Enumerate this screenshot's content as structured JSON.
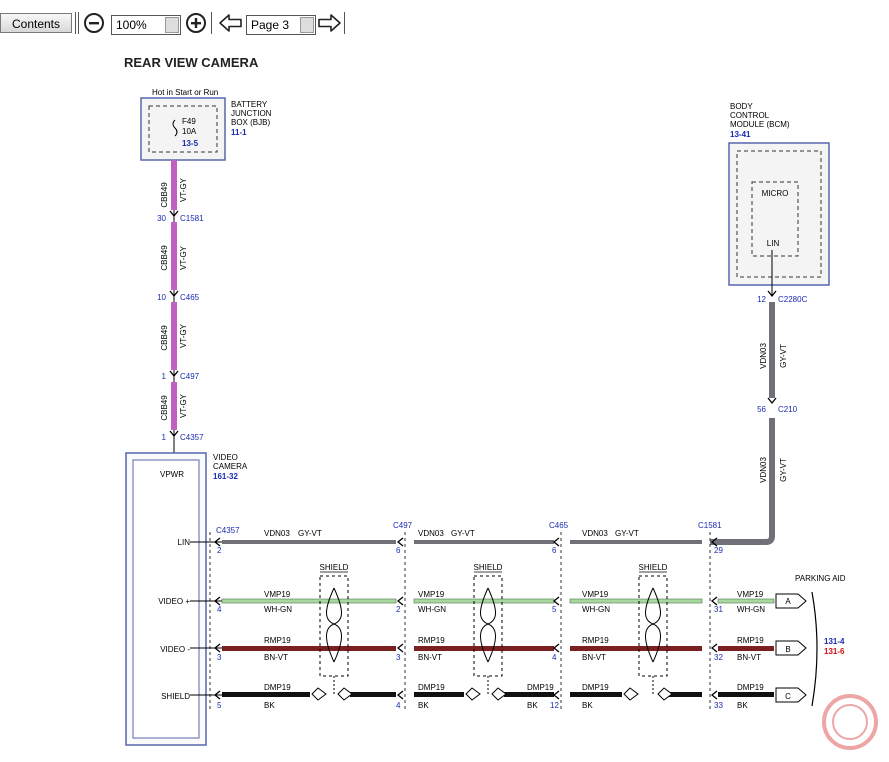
{
  "toolbar": {
    "contents_label": "Contents",
    "zoom_value": "100%",
    "page_value": "Page 3"
  },
  "diagram": {
    "title": "REAR VIEW CAMERA",
    "bjb": {
      "caption": "Hot in Start or Run",
      "fuse": "F49",
      "amps": "10A",
      "ref": "13-5",
      "name_lines": [
        "BATTERY",
        "JUNCTION",
        "BOX (BJB)"
      ],
      "page_ref": "11-1"
    },
    "bcm": {
      "name_lines": [
        "BODY",
        "CONTROL",
        "MODULE (BCM)"
      ],
      "page_ref": "13-41",
      "micro": "MICRO",
      "lin": "LIN"
    },
    "camera": {
      "name_lines": [
        "VIDEO",
        "CAMERA"
      ],
      "page_ref": "161-32",
      "pins": [
        "VPWR",
        "LIN",
        "VIDEO +",
        "VIDEO -",
        "SHIELD"
      ]
    },
    "power_circuit": {
      "circuit": "CBB49",
      "color": "VT-GY",
      "connectors": [
        {
          "pin": "30",
          "name": "C1581"
        },
        {
          "pin": "10",
          "name": "C465"
        },
        {
          "pin": "1",
          "name": "C497"
        },
        {
          "pin": "1",
          "name": "C4357"
        }
      ]
    },
    "bcm_circuit": {
      "circuit": "VDN03",
      "color": "GY-VT",
      "connectors": [
        {
          "pin": "12",
          "name": "C2280C"
        },
        {
          "pin": "56",
          "name": "C210"
        }
      ]
    },
    "bus_connectors": [
      {
        "name": "C4357",
        "pins": [
          "2",
          "4",
          "3",
          "5"
        ]
      },
      {
        "name": "C497",
        "pins": [
          "6",
          "2",
          "3",
          "4"
        ]
      },
      {
        "name": "C465",
        "pins": [
          "6",
          "5",
          "4",
          "12"
        ]
      },
      {
        "name": "C1581",
        "pins": [
          "29",
          "31",
          "32",
          "33"
        ]
      }
    ],
    "wires": [
      {
        "circuit": "VDN03",
        "color": "GY-VT"
      },
      {
        "circuit": "VMP19",
        "color": "WH-GN"
      },
      {
        "circuit": "RMP19",
        "color": "BN-VT"
      },
      {
        "circuit": "DMP19",
        "color": "BK"
      }
    ],
    "shield_label": "SHIELD",
    "parking_aid": {
      "label": "PARKING AID",
      "letters": [
        "A",
        "B",
        "C"
      ],
      "refs": [
        "131-4",
        "131-6"
      ]
    },
    "colors": {
      "violet_gray": "#c060c0",
      "gray_violet": "#707078",
      "white_green": "#a8d8a0",
      "brown_violet": "#7a2020",
      "black": "#111111",
      "ref_blue": "#1a2ab0",
      "ref_red": "#d01010",
      "box_border": "#5866b0"
    }
  }
}
